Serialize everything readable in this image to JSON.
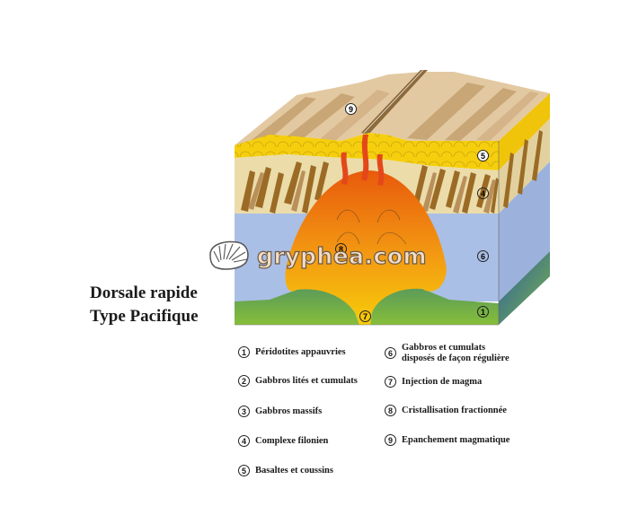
{
  "title": {
    "line1": "Dorsale rapide",
    "line2": "Type Pacifique"
  },
  "watermark": {
    "text": "gryphea.com",
    "icon": "gryphea-shell-icon"
  },
  "diagram_labels": {
    "surface_label": "9",
    "basalt_label": "5",
    "dike_label": "4",
    "gabbro_label": "6",
    "crystallisation_label": "8",
    "injection_label": "7",
    "peridotite_label": "1"
  },
  "legend": {
    "left": [
      {
        "num": "1",
        "text": "Péridotites appauvries"
      },
      {
        "num": "2",
        "text": "Gabbros lités et cumulats"
      },
      {
        "num": "3",
        "text": "Gabbros massifs"
      },
      {
        "num": "4",
        "text": "Complexe filonien"
      },
      {
        "num": "5",
        "text": "Basaltes et coussins"
      }
    ],
    "right": [
      {
        "num": "6",
        "text": "Gabbros et cumulats\ndisposés de façon régulière"
      },
      {
        "num": "7",
        "text": "Injection de magma"
      },
      {
        "num": "8",
        "text": "Cristallisation fractionnée"
      },
      {
        "num": "9",
        "text": "Epanchement magmatique"
      }
    ]
  },
  "colors": {
    "surface_light": "#e3c9a2",
    "surface_dark": "#c9a676",
    "basalt_yellow": "#f5cf0e",
    "dike_cream": "#ebdcaa",
    "dike_brown": "#9b6b25",
    "dike_tan": "#b9905a",
    "gabbro_blue": "#aabfe6",
    "peridotite_green": "#7db446",
    "magma_orange": "#ee6a10",
    "magma_yellow": "#f6c80a",
    "lava_red": "#e4481a"
  }
}
